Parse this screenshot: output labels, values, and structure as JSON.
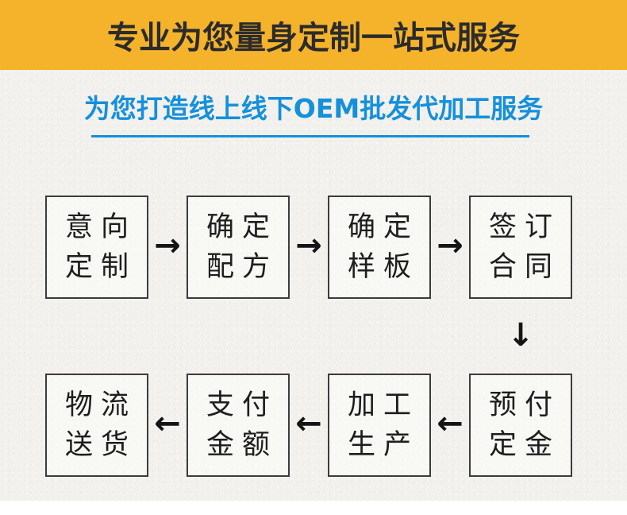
{
  "banner": {
    "title": "专业为您量身定制一站式服务",
    "bg_color": "#f5b32c",
    "text_color": "#2b2b2b"
  },
  "subtitle": {
    "text": "为您打造线上线下OEM批发代加工服务",
    "color": "#1590db"
  },
  "flow": {
    "right_arrow": "→",
    "left_arrow": "←",
    "down_arrow": "↓",
    "rows": [
      {
        "direction": "left-to-right",
        "steps": [
          {
            "line1": "意向",
            "line2": "定制"
          },
          {
            "line1": "确定",
            "line2": "配方"
          },
          {
            "line1": "确定",
            "line2": "样板"
          },
          {
            "line1": "签订",
            "line2": "合同"
          }
        ]
      },
      {
        "direction": "right-to-left",
        "steps": [
          {
            "line1": "物流",
            "line2": "送货"
          },
          {
            "line1": "支付",
            "line2": "金额"
          },
          {
            "line1": "加工",
            "line2": "生产"
          },
          {
            "line1": "预付",
            "line2": "定金"
          }
        ]
      }
    ]
  }
}
